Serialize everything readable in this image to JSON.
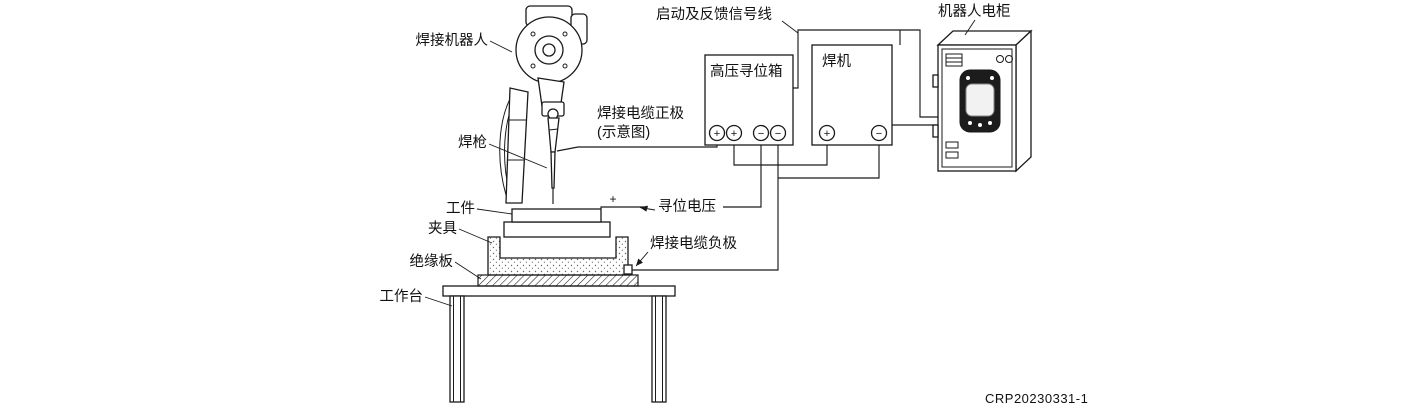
{
  "diagram": {
    "title_note": "welding robot system wiring diagram",
    "labels": {
      "robot": "焊接机器人",
      "signal_line": "启动及反馈信号线",
      "cabinet": "机器人电柜",
      "hv_box": "高压寻位箱",
      "welder": "焊机",
      "cable_positive_1": "焊接电缆正极",
      "cable_positive_2": "(示意图)",
      "torch": "焊枪",
      "locating_voltage": "寻位电压",
      "workpiece": "工件",
      "fixture": "夹具",
      "insulation_board": "绝缘板",
      "workbench": "工作台",
      "cable_negative": "焊接电缆负极",
      "drawing_number": "CRP20230331-1",
      "plus": "+"
    },
    "terminals": {
      "hv_box": [
        "+",
        "+",
        "−",
        "−"
      ],
      "welder": [
        "+",
        "−"
      ]
    },
    "colors": {
      "line": "#1a1a1a",
      "background": "#ffffff",
      "pendant": "#1c1c1c"
    }
  }
}
